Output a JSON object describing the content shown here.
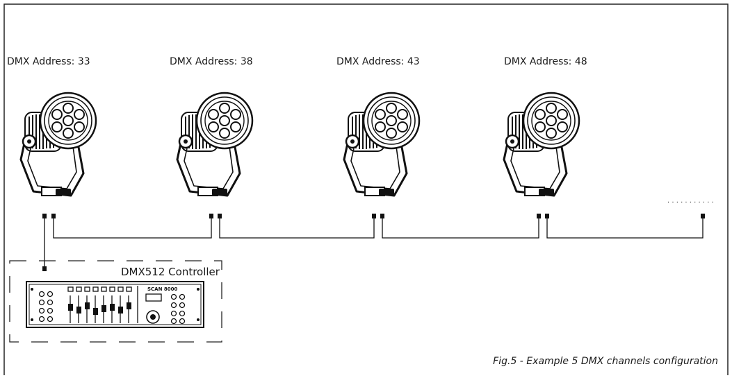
{
  "fixtures": [
    {
      "address_label": "DMX Address: 33"
    },
    {
      "address_label": "DMX Address: 38"
    },
    {
      "address_label": "DMX Address: 43"
    },
    {
      "address_label": "DMX Address: 48"
    }
  ],
  "controller": {
    "label": "DMX512 Controller",
    "brand_text": "SCAN 8000"
  },
  "continuation": ". . . . . . . . . . .",
  "caption": "Fig.5 - Example 5 DMX channels configuration"
}
